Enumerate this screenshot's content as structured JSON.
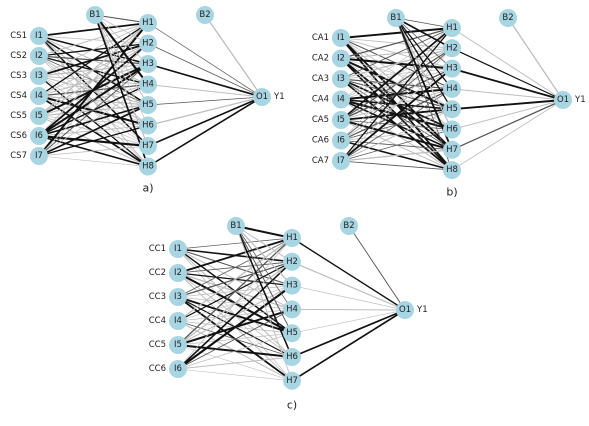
{
  "colors": {
    "node_fill": "#a8d5e2",
    "edge_dark": "#111111",
    "edge_mid": "#555555",
    "edge_light": "#bdbdbd",
    "text": "#222222"
  },
  "panels": [
    {
      "id": "a",
      "caption": "a)",
      "inputs": [
        "I1",
        "I2",
        "I3",
        "I4",
        "I5",
        "I6",
        "I7"
      ],
      "input_labels": [
        "CS1",
        "CS2",
        "CS3",
        "CS4",
        "CS5",
        "CS6",
        "CS7"
      ],
      "hidden": [
        "H1",
        "H2",
        "H3",
        "H4",
        "H5",
        "H6",
        "H7",
        "H8"
      ],
      "bias_hidden": "B1",
      "bias_output": "B2",
      "output": "O1",
      "output_label": "Y1"
    },
    {
      "id": "b",
      "caption": "b)",
      "inputs": [
        "I1",
        "I2",
        "I3",
        "I4",
        "I5",
        "I6",
        "I7"
      ],
      "input_labels": [
        "CA1",
        "CA2",
        "CA3",
        "CA4",
        "CA5",
        "CA6",
        "CA7"
      ],
      "hidden": [
        "H1",
        "H2",
        "H3",
        "H4",
        "H5",
        "H6",
        "H7",
        "H8"
      ],
      "bias_hidden": "B1",
      "bias_output": "B2",
      "output": "O1",
      "output_label": "Y1"
    },
    {
      "id": "c",
      "caption": "c)",
      "inputs": [
        "I1",
        "I2",
        "I3",
        "I4",
        "I5",
        "I6"
      ],
      "input_labels": [
        "CC1",
        "CC2",
        "CC3",
        "CC4",
        "CC5",
        "CC6"
      ],
      "hidden": [
        "H1",
        "H2",
        "H3",
        "H4",
        "H5",
        "H6",
        "H7"
      ],
      "bias_hidden": "B1",
      "bias_output": "B2",
      "output": "O1",
      "output_label": "Y1"
    }
  ]
}
